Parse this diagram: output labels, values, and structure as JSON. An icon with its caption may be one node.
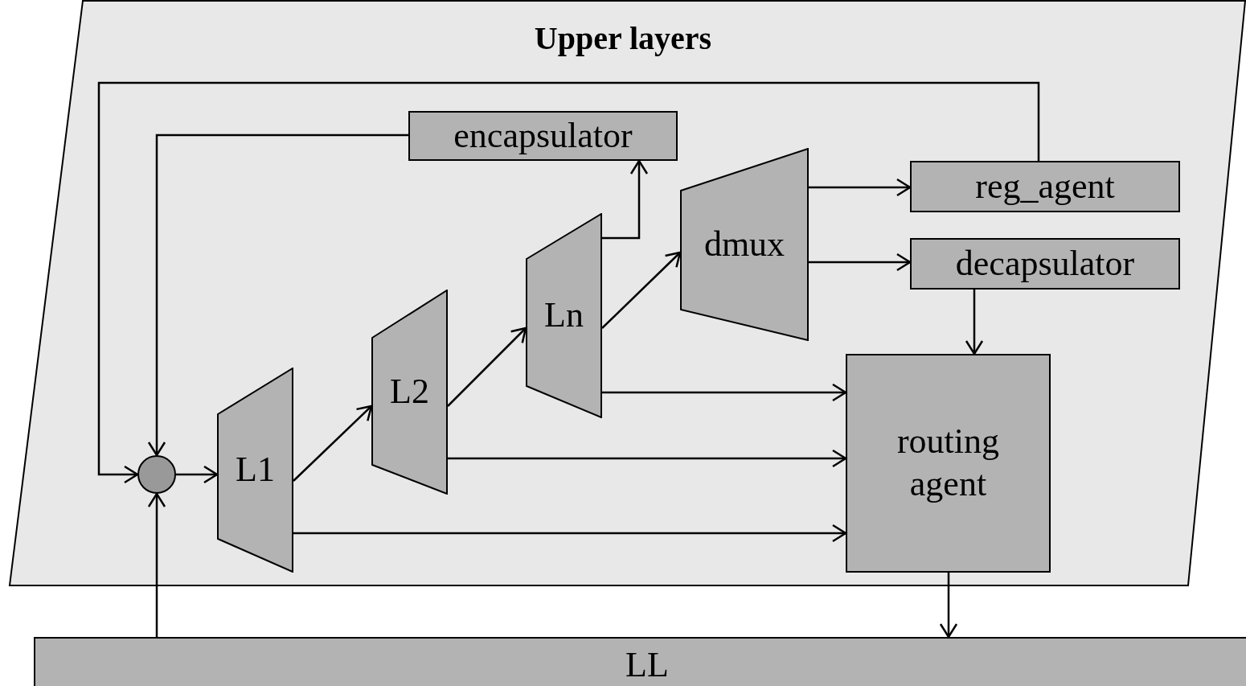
{
  "diagram": {
    "nodes": [
      {
        "text": [
          "Upper layers"
        ]
      },
      {
        "text": [
          "encapsulator"
        ],
        "in": 0
      },
      {
        "text": [
          "reg_agent"
        ],
        "in": 0
      },
      {
        "text": [
          "decapsulator"
        ],
        "in": 0
      },
      {
        "text": [
          "dmux"
        ],
        "in": 0
      },
      {
        "text": [
          "Ln"
        ],
        "in": 0
      },
      {
        "text": [
          "L2"
        ],
        "in": 0
      },
      {
        "text": [
          "L1"
        ],
        "in": 0
      },
      {
        "text": [],
        "shape": "circle",
        "in": 0
      },
      {
        "text": [
          "routing agent"
        ],
        "in": 0
      },
      {
        "text": [
          "LL"
        ]
      }
    ],
    "edges": [
      {
        "from": 2,
        "to": 8,
        "arrow": "to"
      },
      {
        "from": 1,
        "to": 8,
        "arrow": "to"
      },
      {
        "from": 10,
        "to": 8,
        "arrow": "to"
      },
      {
        "from": 8,
        "to": 7,
        "arrow": "to"
      },
      {
        "from": 7,
        "to": 6,
        "arrow": "to"
      },
      {
        "from": 6,
        "to": 5,
        "arrow": "to"
      },
      {
        "from": 5,
        "to": 4,
        "arrow": "to"
      },
      {
        "from": 5,
        "to": 1,
        "arrow": "to"
      },
      {
        "from": 4,
        "to": 2,
        "arrow": "to"
      },
      {
        "from": 4,
        "to": 3,
        "arrow": "to"
      },
      {
        "from": 3,
        "to": 9,
        "arrow": "to"
      },
      {
        "from": 5,
        "to": 9,
        "arrow": "to"
      },
      {
        "from": 6,
        "to": 9,
        "arrow": "to"
      },
      {
        "from": 7,
        "to": 9,
        "arrow": "to"
      },
      {
        "from": 9,
        "to": 10,
        "arrow": "to"
      }
    ]
  }
}
